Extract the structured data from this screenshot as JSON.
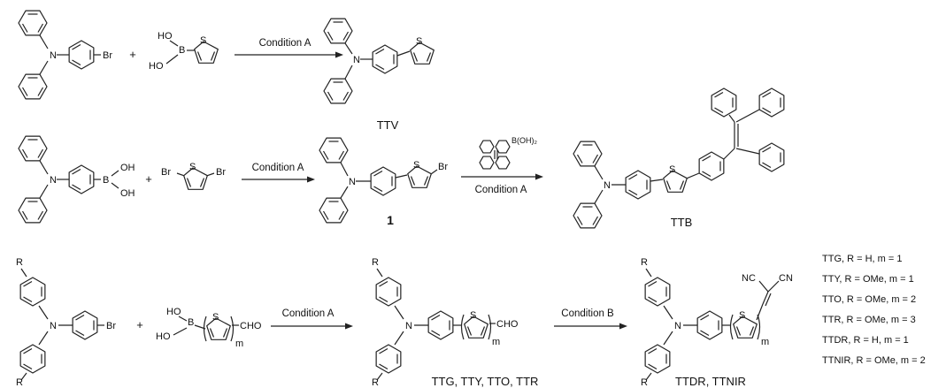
{
  "scheme": {
    "row1": {
      "r1_atoms": {
        "n": "N",
        "br": "Br"
      },
      "plus": "+",
      "r2_atoms": {
        "ho1": "HO",
        "b": "B",
        "ho2": "HO",
        "s": "S"
      },
      "condition": "Condition A",
      "product_atoms": {
        "n": "N",
        "s": "S"
      },
      "product_label": "TTV"
    },
    "row2": {
      "r1_atoms": {
        "n": "N",
        "b": "B",
        "oh1": "OH",
        "oh2": "OH"
      },
      "plus": "+",
      "r2_atoms": {
        "br1": "Br",
        "s": "S",
        "br2": "Br"
      },
      "condition1": "Condition A",
      "intermediate_atoms": {
        "n": "N",
        "s": "S",
        "br": "Br"
      },
      "intermediate_label": "1",
      "reagent_atoms": {
        "boh2": "B(OH)₂"
      },
      "condition2": "Condition A",
      "product_atoms": {
        "n": "N",
        "s": "S"
      },
      "product_label": "TTB"
    },
    "row3": {
      "r1_atoms": {
        "r_top": "R",
        "n": "N",
        "br": "Br",
        "r_bottom": "R"
      },
      "plus": "+",
      "r2_atoms": {
        "ho1": "HO",
        "b": "B",
        "ho2": "HO",
        "s": "S",
        "cho": "CHO",
        "m": "m"
      },
      "condition1": "Condition A",
      "product1_atoms": {
        "r_top": "R",
        "n": "N",
        "s": "S",
        "cho": "CHO",
        "m": "m",
        "r_bottom": "R"
      },
      "product1_label": "TTG, TTY, TTO, TTR",
      "condition2": "Condition B",
      "product2_atoms": {
        "r_top": "R",
        "n": "N",
        "s": "S",
        "nc": "NC",
        "cn": "CN",
        "m": "m",
        "r_bottom": "R"
      },
      "product2_label": "TTDR, TTNIR",
      "legend": [
        "TTG, R = H, m = 1",
        "TTY, R = OMe, m = 1",
        "TTO, R = OMe, m = 2",
        "TTR, R = OMe, m = 3",
        "TTDR, R = H, m = 1",
        "TTNIR, R = OMe, m = 2"
      ]
    }
  }
}
